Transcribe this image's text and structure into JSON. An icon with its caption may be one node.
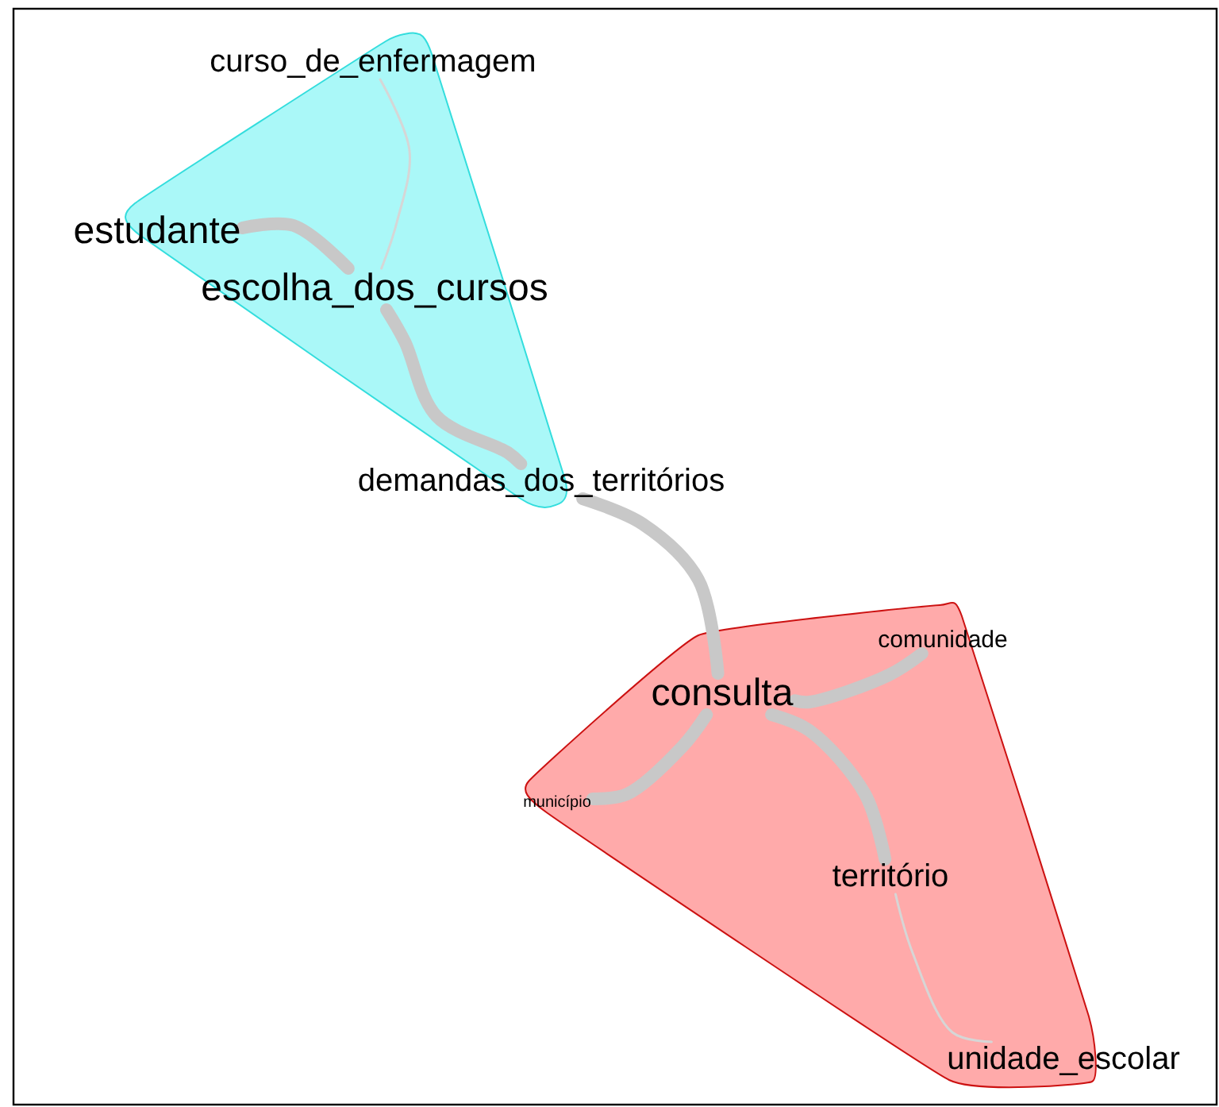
{
  "diagram": {
    "nodes": [
      {
        "text": [
          "curso_de_enfermagem"
        ]
      },
      {
        "text": [
          "estudante"
        ]
      },
      {
        "text": [
          "escolha_dos_cursos"
        ]
      },
      {
        "text": [
          "demandas_dos_territórios"
        ]
      },
      {
        "text": [
          "consulta"
        ]
      },
      {
        "text": [
          "comunidade"
        ]
      },
      {
        "text": [
          "município"
        ]
      },
      {
        "text": [
          "território"
        ]
      },
      {
        "text": [
          "unidade_escolar"
        ]
      }
    ],
    "edges": [
      {
        "from": 1,
        "to": 2,
        "arrow": "none"
      },
      {
        "from": 0,
        "to": 2,
        "arrow": "none",
        "color": "#d6d6d6"
      },
      {
        "from": 2,
        "to": 3,
        "arrow": "none"
      },
      {
        "from": 3,
        "to": 4,
        "arrow": "none"
      },
      {
        "from": 4,
        "to": 5,
        "arrow": "none"
      },
      {
        "from": 4,
        "to": 6,
        "arrow": "none"
      },
      {
        "from": 4,
        "to": 7,
        "arrow": "none"
      },
      {
        "from": 7,
        "to": 8,
        "arrow": "none",
        "color": "#d6d6d6"
      }
    ]
  }
}
